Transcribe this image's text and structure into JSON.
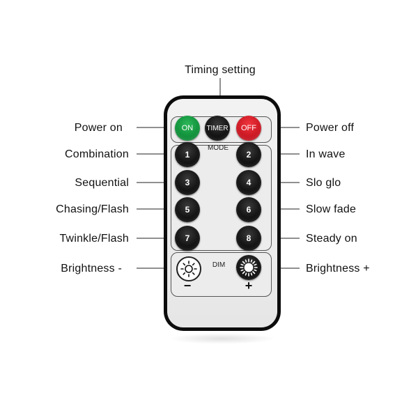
{
  "labels": {
    "timing": "Timing setting",
    "power_on": "Power on",
    "power_off": "Power off",
    "combination": "Combination",
    "in_wave": "In wave",
    "sequential": "Sequential",
    "slo_glo": "Slo glo",
    "chasing": "Chasing/Flash",
    "slow_fade": "Slow fade",
    "twinkle": "Twinkle/Flash",
    "steady_on": "Steady on",
    "brightness_minus": "Brightness -",
    "brightness_plus": "Brightness +"
  },
  "remote": {
    "on": "ON",
    "timer": "TIMER",
    "off": "OFF",
    "mode": "MODE",
    "dim": "DIM",
    "minus": "−",
    "plus": "+",
    "buttons": [
      "1",
      "2",
      "3",
      "4",
      "5",
      "6",
      "7",
      "8"
    ]
  },
  "colors": {
    "on": "#0b8a35",
    "off": "#c4121d",
    "body": "#0c0c0c"
  }
}
